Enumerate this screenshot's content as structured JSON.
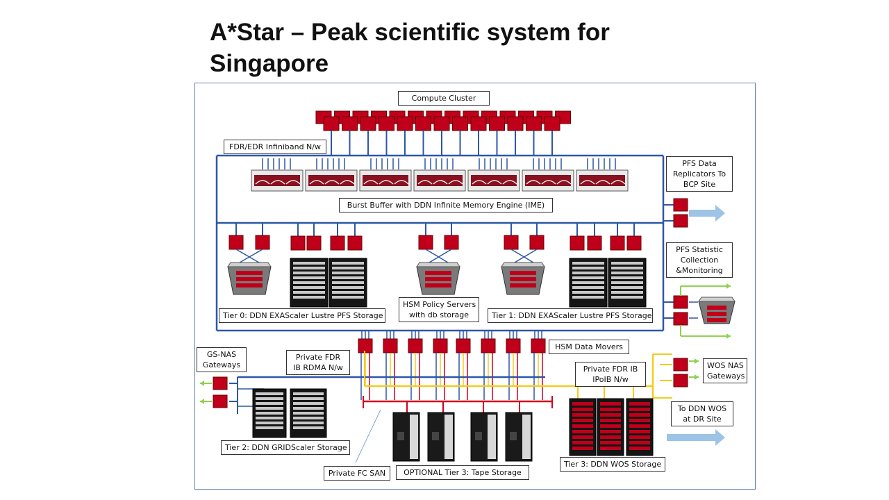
{
  "slide": {
    "title_line1": "A*Star – Peak scientific system for",
    "title_line2": "Singapore"
  },
  "labels": {
    "compute_cluster": "Compute Cluster",
    "infiniband": "FDR/EDR Infiniband N/w",
    "burst_buffer": "Burst Buffer with DDN Infinite Memory Engine (IME)",
    "pfs_replicators_1": "PFS Data",
    "pfs_replicators_2": "Replicators To",
    "pfs_replicators_3": "BCP Site",
    "pfs_statistic_1": "PFS Statistic",
    "pfs_statistic_2": "Collection",
    "pfs_statistic_3": "&Monitoring",
    "tier0": "Tier 0: DDN EXAScaler Lustre PFS Storage",
    "hsm_policy_1": "HSM Policy Servers",
    "hsm_policy_2": "with db storage",
    "tier1": "Tier 1: DDN EXAScaler Lustre PFS Storage",
    "hsm_data_movers": "HSM Data Movers",
    "gs_nas_1": "GS-NAS",
    "gs_nas_2": "Gateways",
    "private_fdr_rdma_1": "Private FDR",
    "private_fdr_rdma_2": "IB RDMA N/w",
    "private_fdr_ipoib_1": "Private FDR IB",
    "private_fdr_ipoib_2": "IPoIB N/w",
    "wos_nas_1": "WOS NAS",
    "wos_nas_2": "Gateways",
    "to_ddn_wos_1": "To DDN WOS",
    "to_ddn_wos_2": "at DR Site",
    "tier2": "Tier 2: DDN GRIDScaler Storage",
    "tier3_wos": "Tier 3: DDN WOS Storage",
    "private_fc_san": "Private FC SAN",
    "optional_tape": "OPTIONAL Tier 3: Tape Storage"
  },
  "colors": {
    "network_blue": "#2d56a8",
    "node_red": "#c0001a",
    "fc_red": "#d0001e",
    "ipoib_yellow": "#f2cc1e",
    "arrow_green": "#8fd14f",
    "arrow_lightblue": "#9dc3e6",
    "frame_border": "#5b80b0"
  }
}
